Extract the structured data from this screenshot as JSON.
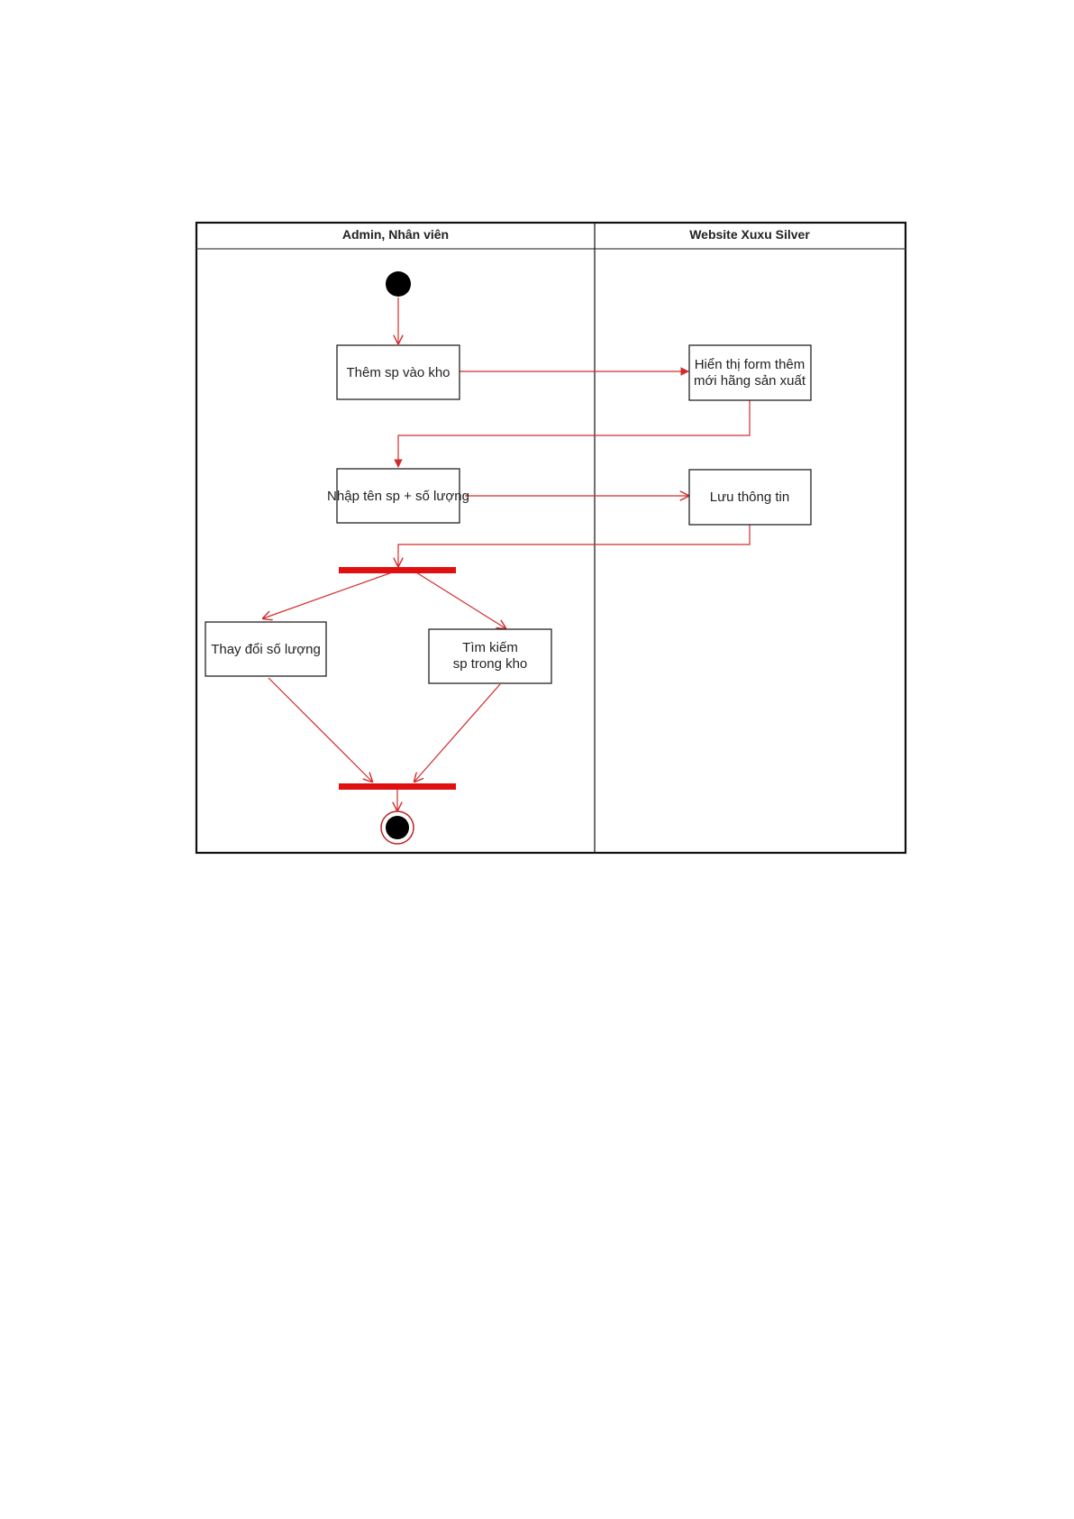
{
  "diagram": {
    "lanes": [
      {
        "title": "Admin, Nhân viên"
      },
      {
        "title": "Website Xuxu Silver"
      }
    ],
    "activities": {
      "add_to_stock": "Thêm sp vào kho",
      "show_form": [
        "Hiển thị form thêm",
        "mới hãng sản xuất"
      ],
      "enter_name_qty": "Nhập tên sp + số lượng",
      "save_info": "Lưu thông tin",
      "change_qty": "Thay đổi số lượng",
      "search": [
        "Tìm kiếm",
        "sp trong kho"
      ]
    },
    "colors": {
      "flow": "#d42a2a",
      "bar": "#e01010",
      "node": "#000000"
    }
  }
}
